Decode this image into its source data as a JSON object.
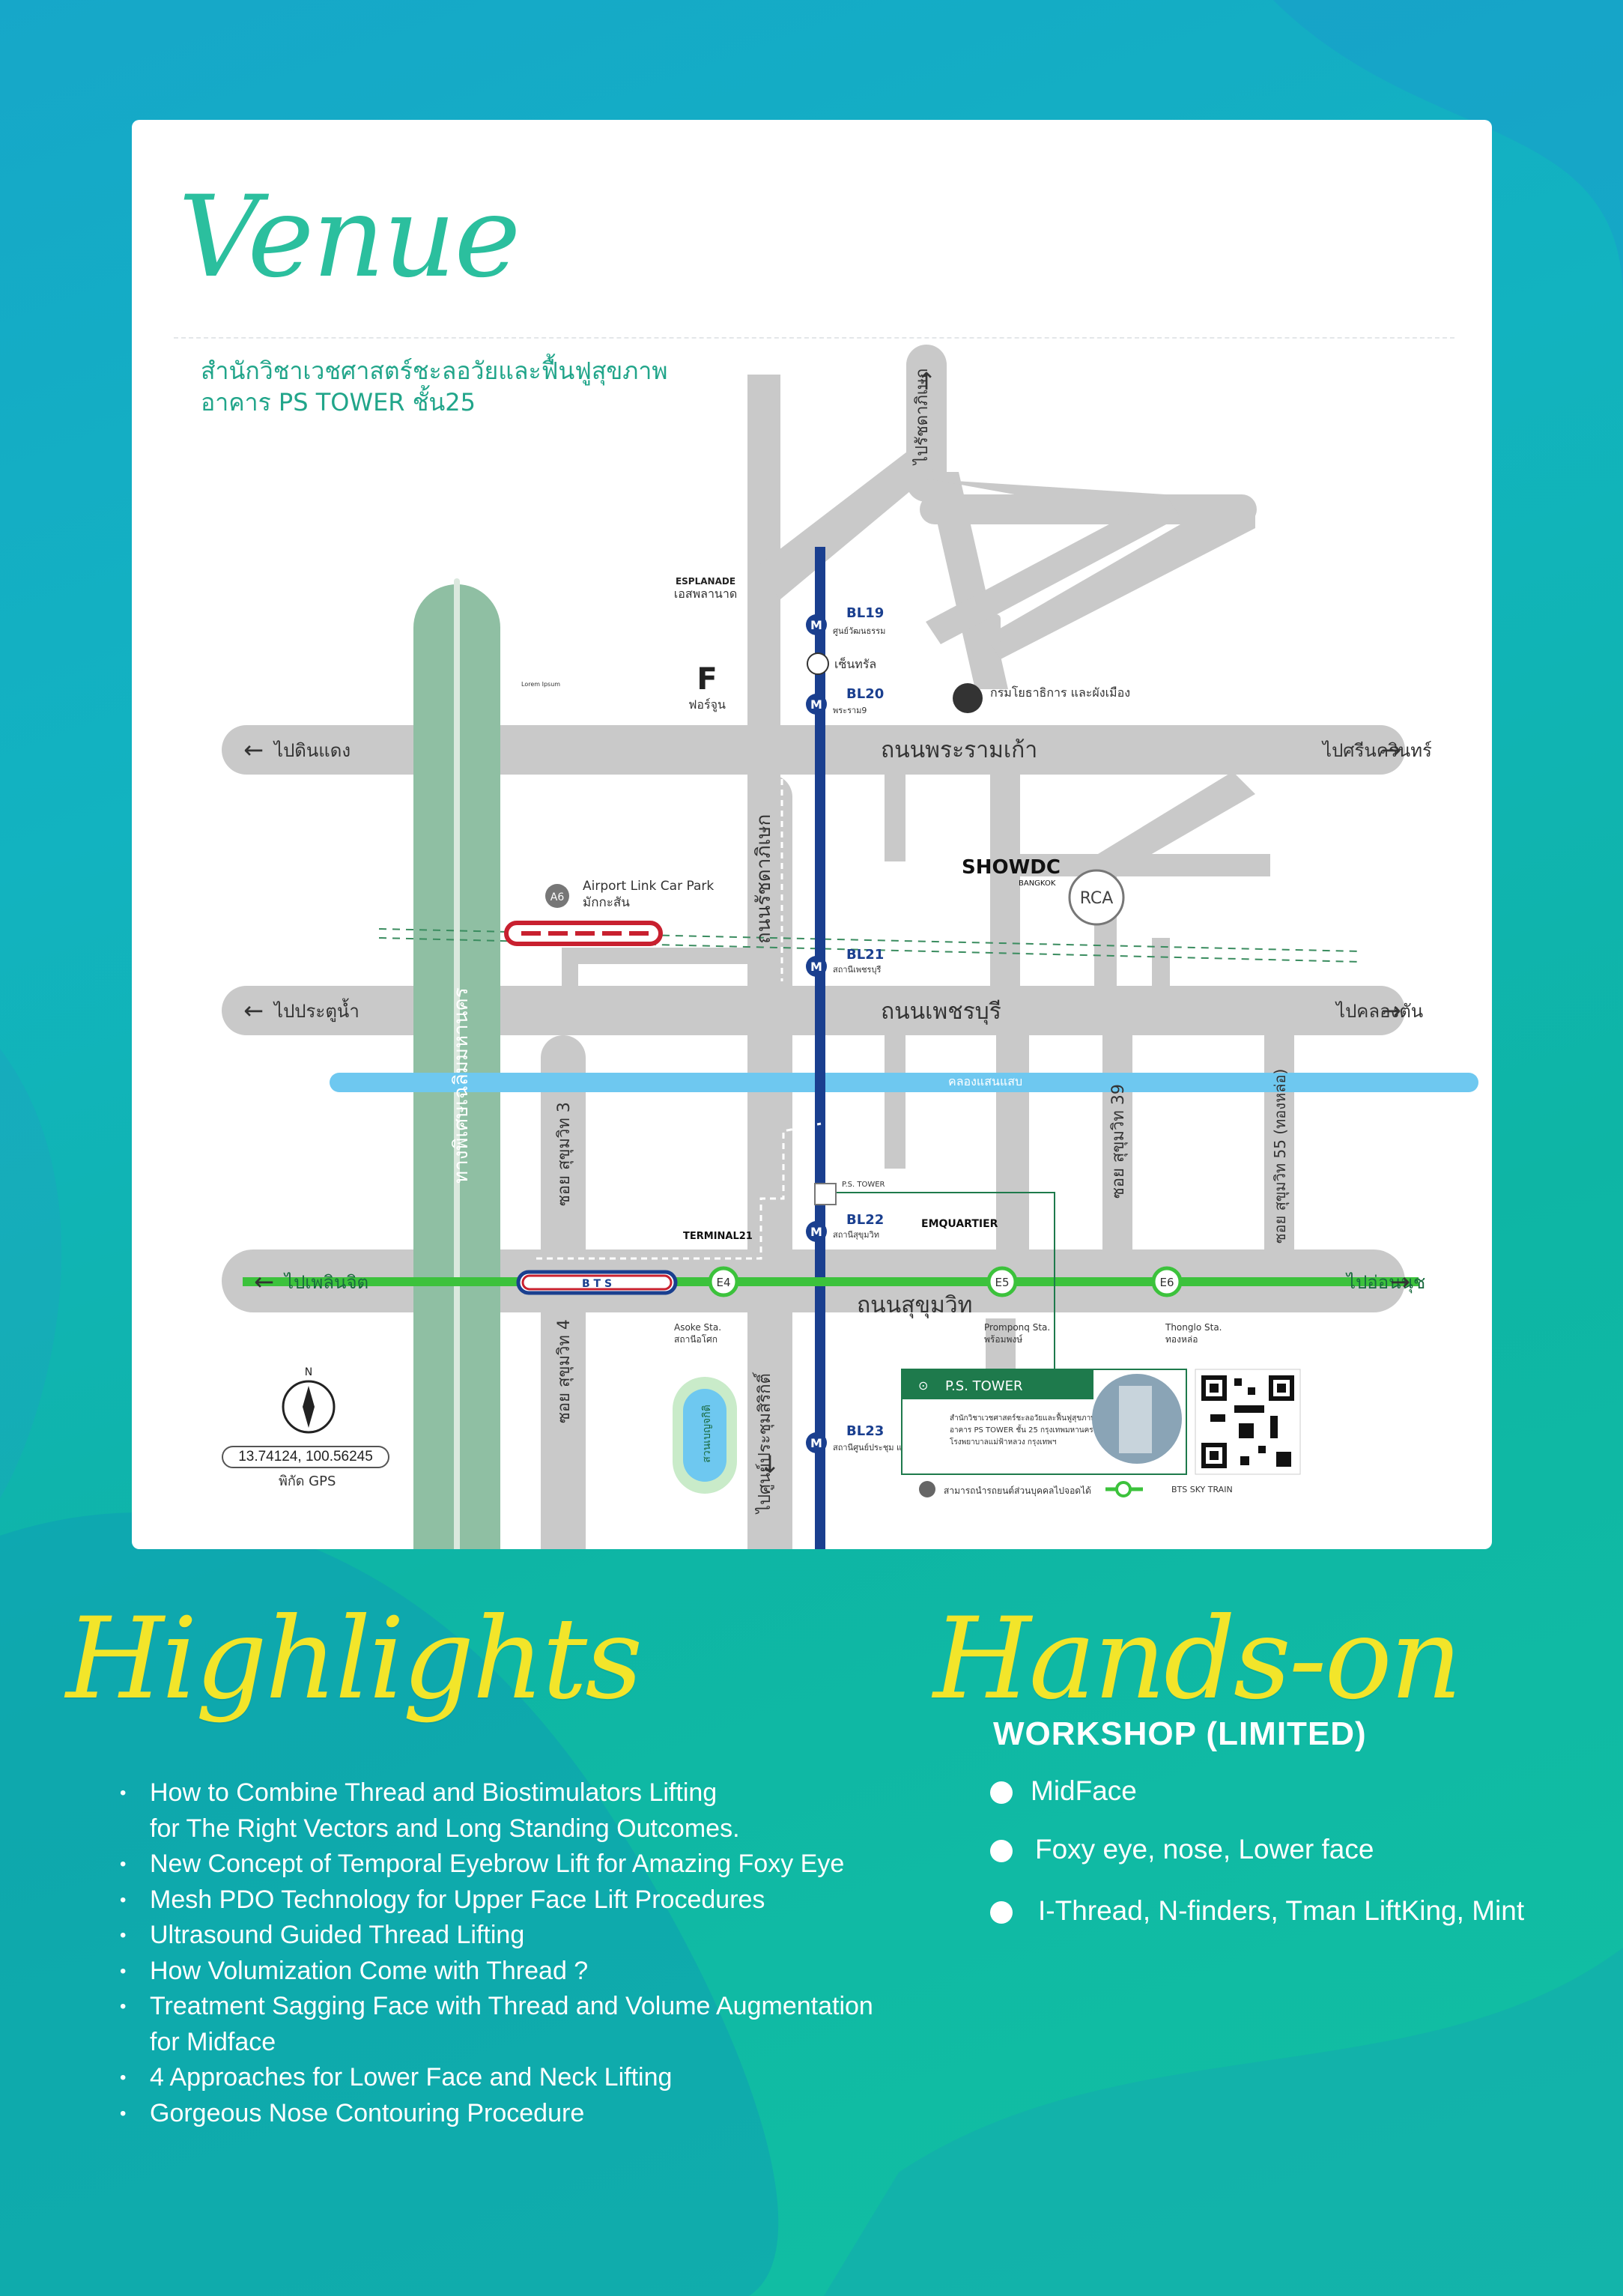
{
  "venue": {
    "title": "Venue",
    "name_line1": "สำนักวิชาเวชศาสตร์ชะลอวัยและฟื้นฟูสุขภาพ",
    "name_line2": "อาคาร PS TOWER ชั้น25"
  },
  "map": {
    "roads": {
      "rama9": "ถนนพระรามเก้า",
      "phetchaburi": "ถนนเพชรบุรี",
      "sukhumvit": "ถนนสุขุมวิท",
      "ratchada": "ถนนรัชดาภิเษก",
      "expressway": "ทางพิเศษเฉลิมมหานคร",
      "soi3": "ซอย สุขุมวิท 3",
      "soi4": "ซอย สุขุมวิท 4",
      "soi39": "ซอย สุขุมวิท 39",
      "soi55": "ซอย สุขุมวิท 55 (ทองหล่อ)",
      "to_din_daeng": "ไปดินแดง",
      "to_srinakarin": "ไปศรีนครินทร์",
      "to_pratunam": "ไปประตูน้ำ",
      "to_khlong_tan": "ไปคลองตัน",
      "to_ploenchit": "ไปเพลินจิต",
      "to_onnut": "ไปอ่อนนุช",
      "to_lat_phrao": "ไปรัชดาภิเษก",
      "to_queen_sirikit": "ไปศูนย์ประชุมสิริกิติ์",
      "canal": "คลองแสนแสบ"
    },
    "stations": {
      "bl19": "BL19",
      "bl19_name": "ศูนย์วัฒนธรรม",
      "bl20": "BL20",
      "bl20_name": "พระราม9",
      "bl21": "BL21",
      "bl21_name": "สถานีเพชรบุรี",
      "bl22": "BL22",
      "bl22_name": "สถานีสุขุมวิท",
      "bl23": "BL23",
      "bl23_name": "สถานีศูนย์ประชุม แห่งชาติสิริกิติ์",
      "e4": "E4",
      "e5": "E5",
      "e6": "E6",
      "a6": "A6",
      "asok": "Asoke Sta.",
      "asok_th": "สถานีอโศก",
      "phromphong": "Promponq Sta.",
      "phromphong_th": "พร้อมพงษ์",
      "thonglo": "Thonglo Sta.",
      "thonglo_th": "ทองหล่อ",
      "rca": "RCA",
      "bts": "B T S"
    },
    "places": {
      "esplanade": "ESPLANADE",
      "esplanade_th": "เอสพลานาด",
      "fortune": "ฟอร์จูน",
      "central": "เซ็นทรัล",
      "dept": "กรมโยธาธิการ และผังเมือง",
      "airport_link": "Airport Link Car Park",
      "makkasan": "มักกะสัน",
      "showdc": "SHOWDC",
      "showdc_sub": "BANGKOK",
      "terminal21": "TERMINAL21",
      "emquartier": "EMQUARTIER",
      "ps_tower_small": "P.S. TOWER",
      "lorem": "Lorem Ipsum",
      "benjakitti": "สวนเบญจกิติ"
    },
    "info_card": {
      "title": "P.S. TOWER",
      "line1": "สำนักวิชาเวชศาสตร์ชะลอวัยและฟื้นฟูสุขภาพ",
      "line2": "อาคาร PS TOWER ชั้น 25 กรุงเทพมหานคร",
      "line3": "โรงพยาบาลแม่ฟ้าหลวง กรุงเทพฯ"
    },
    "legend": {
      "parking": "สามารถนำรถยนต์ส่วนบุคคลไปจอดได้",
      "bts": "BTS SKY TRAIN"
    },
    "compass_n": "N",
    "gps": "13.74124, 100.56245",
    "gps_caption": "พิกัด GPS"
  },
  "highlights": {
    "title": "Highlights",
    "items": [
      "How to Combine Thread and Biostimulators Lifting",
      "for The Right Vectors and Long Standing Outcomes.",
      "New Concept of Temporal Eyebrow Lift for Amazing Foxy Eye",
      "Mesh PDO Technology for Upper Face Lift Procedures",
      "Ultrasound Guided Thread Lifting",
      "How Volumization Come with Thread ?",
      "Treatment Sagging Face with Thread and Volume Augmentation",
      "for Midface",
      "4 Approaches for Lower Face and Neck Lifting",
      "Gorgeous Nose Contouring Procedure"
    ],
    "bullet": "•"
  },
  "hands_on": {
    "title": "Hands-on",
    "subtitle": "WORKSHOP (LIMITED)",
    "items": [
      "MidFace",
      "Foxy eye, nose, Lower face",
      "I-Thread, N-finders, Tman LiftKing, Mint"
    ]
  },
  "colors": {
    "accent": "#2bbf9e",
    "title_yellow": "#f2e52a",
    "road": "#c9c9c9",
    "expressway": "#8fbfa3",
    "mrt": "#1a3f8f",
    "bts": "#3cc23c",
    "canal": "#6ec8f0"
  }
}
